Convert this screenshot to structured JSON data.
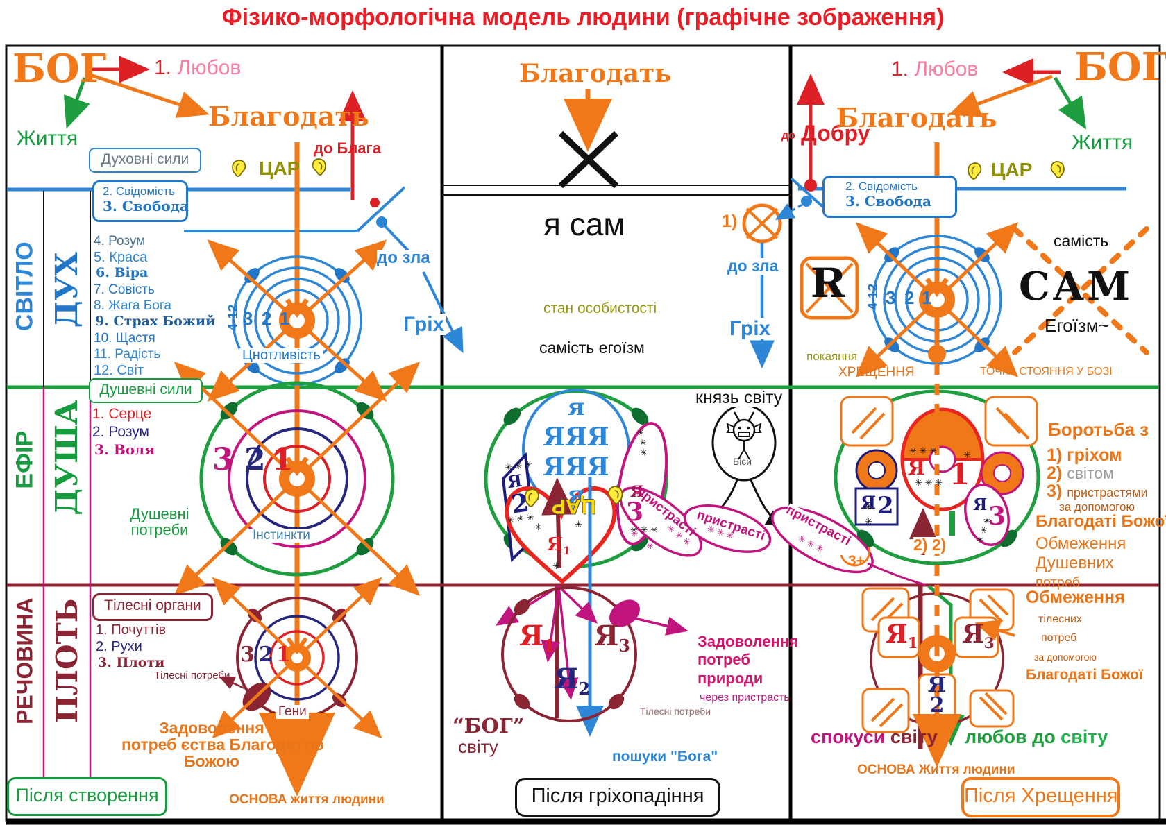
{
  "title": "Фізико-морфологічна модель людини (графічне зображення)",
  "common": {
    "ya": "Я",
    "n1": "1",
    "n2": "2",
    "n3": "3",
    "range": "4-12"
  },
  "icons": {
    "asterisk": "✳",
    "asterisk_row": "✳ ✳ ✳"
  },
  "left": {
    "god": "БОГ",
    "love_num": "1.",
    "love": "Любов",
    "life": "Життя",
    "grace": "Благодать",
    "to_good": "до Блага",
    "spiritual_powers": "Духовні сили",
    "tsar": "ЦАР",
    "consciousness": "2. Свідомість",
    "freedom": "3. Свобода",
    "spirit_list": [
      "4. Розум",
      "5. Краса",
      "6. Віра",
      "7. Совість",
      "8. Жага Бога",
      "9. Страх Божий",
      "10. Щастя",
      "11. Радість",
      "12. Світ"
    ],
    "chastity": "Цнотливість",
    "to_evil": "до зла",
    "sin": "Гріх",
    "soul_powers": "Душевні сили",
    "soul_list": [
      "1. Серце",
      "2. Розум",
      "3. Воля"
    ],
    "soul_needs1": "Душевні",
    "soul_needs2": "потреби",
    "instincts": "Інстинкти",
    "body_organs": "Тілесні органи",
    "body_list": [
      "1. Почуттів",
      "2. Рухи",
      "3. Плоти"
    ],
    "body_needs": "Тілесні потреби",
    "genes": "Гени",
    "sat1": "Задоволення",
    "sat2": "потреб єства Благодаттю",
    "sat3": "Божою",
    "basis": "ОСНОВА життя людини",
    "caption": "Після створення",
    "rows": {
      "svitlo": "СВІТЛО",
      "dukh": "ДУХ",
      "efir": "ЕФІР",
      "dusha": "ДУША",
      "rechovyna": "РЕЧОВИНА",
      "plot": "ПЛОТЬ"
    }
  },
  "middle": {
    "grace": "Благодать",
    "i_myself": "я сам",
    "state": "стан особистості",
    "selfness": "самість егоїзм",
    "mark1": "1)",
    "to_evil": "до зла",
    "sin": "Гріх",
    "ego": [
      "я",
      "ЯЯЯ",
      "ЯЯЯ",
      "я"
    ],
    "tsar": "ЦАР",
    "prince": "князь світу",
    "demons": "Біси",
    "passions": "пристрасті",
    "sat1": "Задоволення",
    "sat2": "потреб",
    "sat3": "природи",
    "sat4": "через пристрасть",
    "body_needs": "Тілесні потреби",
    "god1": "“БОГ”",
    "god2": "світу",
    "seeking": "пошуки \"Бога\"",
    "caption": "Після гріхопадіння"
  },
  "right": {
    "love_num": "1.",
    "love": "Любов",
    "god": "БОГ",
    "life": "Життя",
    "to": "до",
    "good": "Добру",
    "grace": "Благодать",
    "consciousness": "2. Свідомість",
    "freedom": "3. Свобода",
    "tsar": "ЦАР",
    "selfness": "самість",
    "sam": "САМ",
    "egoism": "Егоїзм~",
    "repentance": "покаяння",
    "baptism": "ХРЕЩЕННЯ",
    "standpoint": "ТОЧКА СТОЯННЯ У БОЗІ",
    "struggle": "Боротьба з",
    "s1": "1) гріхом",
    "s2n": "2)",
    "s2": "світом",
    "s3n": "3)",
    "s3": "пристрастями",
    "help1": "за допомогою",
    "help2": "Благодаті  Божої",
    "lim1a": "Обмеження",
    "lim1b": "Душевних",
    "lim1c": "потреб",
    "passions": "пристрасті",
    "three_plus": "3+",
    "two_two": "2) 2)",
    "lim2a": "Обмеження",
    "lim2b": "тілесних",
    "lim2c": "потреб",
    "lim2d": "за допомогою",
    "lim2e": "Благодаті  Божої",
    "tempt1": "спокуси",
    "tempt2": "світу",
    "lw1": "любов до",
    "lw2": "світу",
    "basis": "ОСНОВА Життя людини",
    "caption": "Після Хрещення"
  }
}
